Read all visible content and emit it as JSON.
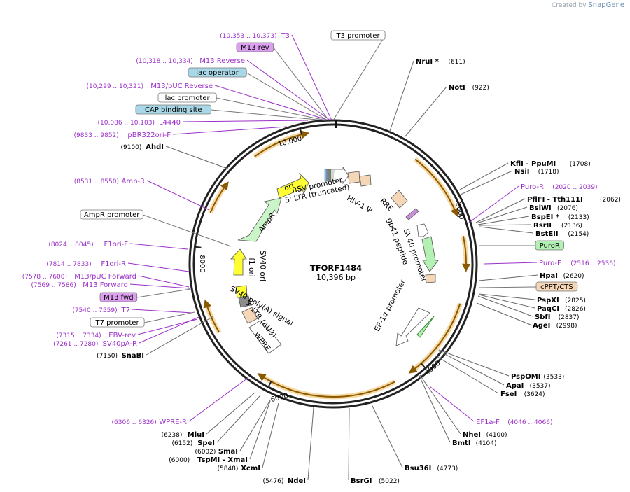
{
  "credit": {
    "prefix": "Created by",
    "brand": "SnapGene"
  },
  "plasmid": {
    "name": "TFORF1484",
    "size": "10,396 bp",
    "length": 10396
  },
  "ticks": [
    "2000",
    "4000",
    "6000",
    "8000",
    "10,000"
  ],
  "ring_features": [
    {
      "name": "AmpR",
      "color": "#c9f5c9"
    },
    {
      "name": "ori",
      "color": "#ffff33"
    },
    {
      "name": "f1 ori",
      "color": "#ffff33"
    },
    {
      "name": "SV40 ori",
      "color": "#ffff33"
    },
    {
      "name": "SV40 poly(A) signal",
      "color": "#8c8c8c"
    },
    {
      "name": "3' LTR (ΔU3)",
      "color": "#f5d7b8"
    },
    {
      "name": "WPRE",
      "color": "#ffffff"
    },
    {
      "name": "EF-1α promoter",
      "color": "#ffffff"
    },
    {
      "name": "SV40 promoter",
      "color": "#ffffff"
    },
    {
      "name": "PuroR",
      "color": "#b3f0b3"
    },
    {
      "name": "RRE",
      "color": "#f5d7b8"
    },
    {
      "name": "gp41 peptide",
      "color": "#f5d7b8"
    },
    {
      "name": "HIV-1 Ψ",
      "color": "#f5d7b8"
    },
    {
      "name": "5' LTR (truncated)",
      "color": "#f5d7b8"
    },
    {
      "name": "RSV promoter",
      "color": "#ffffff"
    }
  ],
  "enzymes": [
    {
      "name": "NruI *",
      "pos": "(611)"
    },
    {
      "name": "NotI",
      "pos": "(922)"
    },
    {
      "name": "KflI - PpuMI",
      "pos": "(1708)"
    },
    {
      "name": "NsiI",
      "pos": "(1718)"
    },
    {
      "name": "PflFI - Tth111I",
      "pos": "(2062)"
    },
    {
      "name": "BsiWI",
      "pos": "(2076)"
    },
    {
      "name": "BspEI *",
      "pos": "(2133)"
    },
    {
      "name": "RsrII",
      "pos": "(2136)"
    },
    {
      "name": "BstEII",
      "pos": "(2154)"
    },
    {
      "name": "HpaI",
      "pos": "(2620)"
    },
    {
      "name": "PspXI",
      "pos": "(2825)"
    },
    {
      "name": "PaqCI",
      "pos": "(2826)"
    },
    {
      "name": "SbfI",
      "pos": "(2837)"
    },
    {
      "name": "AgeI",
      "pos": "(2998)"
    },
    {
      "name": "PspOMI",
      "pos": "(3533)"
    },
    {
      "name": "ApaI",
      "pos": "(3537)"
    },
    {
      "name": "FseI",
      "pos": "(3624)"
    },
    {
      "name": "NheI",
      "pos": "(4100)"
    },
    {
      "name": "BmtI",
      "pos": "(4104)"
    },
    {
      "name": "Bsu36I",
      "pos": "(4773)"
    },
    {
      "name": "BsrGI",
      "pos": "(5022)"
    },
    {
      "name": "NdeI",
      "pos": "(5476)"
    },
    {
      "name": "XcmI",
      "pos": "(5848)"
    },
    {
      "name": "TspMI - XmaI",
      "pos": "(6000)"
    },
    {
      "name": "SmaI",
      "pos": "(6002)"
    },
    {
      "name": "SpeI",
      "pos": "(6152)"
    },
    {
      "name": "MluI",
      "pos": "(6238)"
    },
    {
      "name": "SnaBI",
      "pos": "(7150)"
    },
    {
      "name": "AhdI",
      "pos": "(9100)"
    }
  ],
  "primers": [
    {
      "name": "T3",
      "pos": "(10,353 .. 10,373)"
    },
    {
      "name": "M13 Reverse",
      "pos": "(10,318 .. 10,334)"
    },
    {
      "name": "M13/pUC Reverse",
      "pos": "(10,299 .. 10,321)"
    },
    {
      "name": "L4440",
      "pos": "(10,086 .. 10,103)"
    },
    {
      "name": "pBR322ori-F",
      "pos": "(9833 .. 9852)"
    },
    {
      "name": "Amp-R",
      "pos": "(8531 .. 8550)"
    },
    {
      "name": "F1ori-F",
      "pos": "(8024 .. 8045)"
    },
    {
      "name": "F1ori-R",
      "pos": "(7814 .. 7833)"
    },
    {
      "name": "M13/pUC Forward",
      "pos": "(7578 .. 7600)"
    },
    {
      "name": "M13 Forward",
      "pos": "(7569 .. 7586)"
    },
    {
      "name": "T7",
      "pos": "(7540 .. 7559)"
    },
    {
      "name": "EBV-rev",
      "pos": "(7315 .. 7334)"
    },
    {
      "name": "SV40pA-R",
      "pos": "(7261 .. 7280)"
    },
    {
      "name": "WPRE-R",
      "pos": "(6306 .. 6326)"
    },
    {
      "name": "Puro-R",
      "pos": "(2020 .. 2039)"
    },
    {
      "name": "Puro-F",
      "pos": "(2516 .. 2536)"
    },
    {
      "name": "EF1a-F",
      "pos": "(4046 .. 4066)"
    }
  ],
  "boxes": [
    {
      "name": "T3 promoter",
      "fill": "#ffffff"
    },
    {
      "name": "M13 rev",
      "fill": "#dda0f0"
    },
    {
      "name": "lac operator",
      "fill": "#a8d8e8"
    },
    {
      "name": "lac promoter",
      "fill": "#ffffff"
    },
    {
      "name": "CAP binding site",
      "fill": "#a8d8e8"
    },
    {
      "name": "AmpR promoter",
      "fill": "#ffffff"
    },
    {
      "name": "M13 fwd",
      "fill": "#dda0f0"
    },
    {
      "name": "T7 promoter",
      "fill": "#ffffff"
    },
    {
      "name": "PuroR",
      "fill": "#b3f0b3"
    },
    {
      "name": "cPPT/CTS",
      "fill": "#f5d7b8"
    }
  ]
}
